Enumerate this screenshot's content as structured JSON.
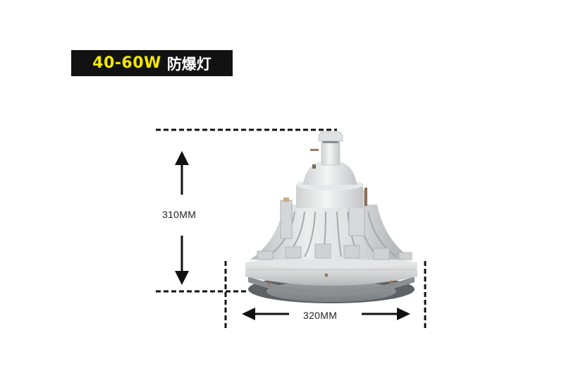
{
  "title": {
    "wattage": "40-60W",
    "product_name": "防爆灯"
  },
  "dimensions": {
    "height_label": "310MM",
    "width_label": "320MM"
  },
  "colors": {
    "title_background": "#121212",
    "wattage_text": "#f2e600",
    "product_name_text": "#ffffff",
    "dimension_lines": "#111111",
    "lamp_body": "#d9dbdc"
  },
  "image": {
    "subject": "explosion-proof LED high bay lamp"
  }
}
